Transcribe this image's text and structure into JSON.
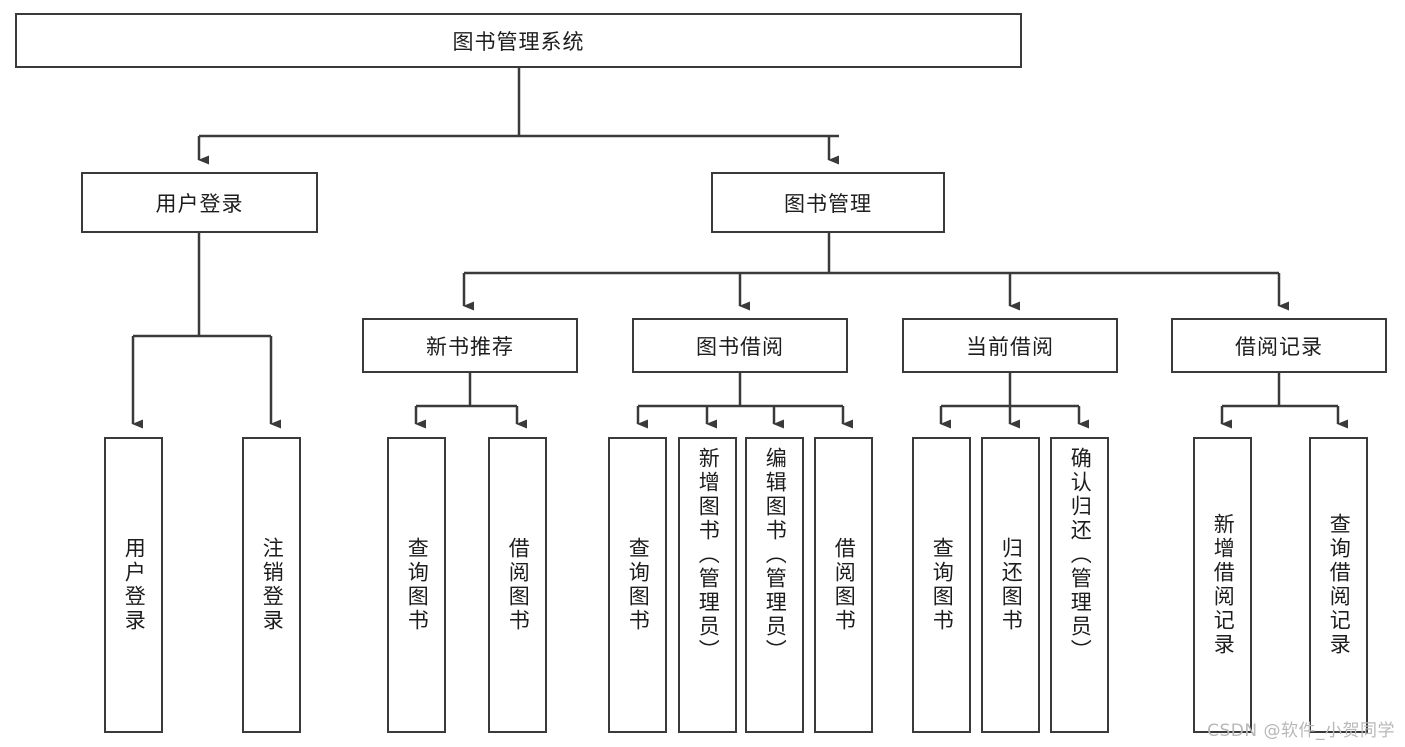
{
  "diagram": {
    "type": "tree-hierarchy",
    "title": "图书管理系统",
    "watermark": "CSDN @软件_小贺同学",
    "colors": {
      "stroke": "#3a3a3a",
      "fill": "#ffffff",
      "text": "#1d1d1d",
      "watermark": "#b8b8b8"
    },
    "root": {
      "label": "图书管理系统"
    },
    "level2": [
      {
        "label": "用户登录"
      },
      {
        "label": "图书管理"
      }
    ],
    "level3": [
      {
        "label": "新书推荐"
      },
      {
        "label": "图书借阅"
      },
      {
        "label": "当前借阅"
      },
      {
        "label": "借阅记录"
      }
    ],
    "leaves": {
      "user_login": [
        {
          "label": "用户登录"
        },
        {
          "label": "注销登录"
        }
      ],
      "new_book_recommend": [
        {
          "label": "查询图书"
        },
        {
          "label": "借阅图书"
        }
      ],
      "book_borrow": [
        {
          "label": "查询图书"
        },
        {
          "label": "新增图书（管理员）"
        },
        {
          "label": "编辑图书（管理员）"
        },
        {
          "label": "借阅图书"
        }
      ],
      "current_borrow": [
        {
          "label": "查询图书"
        },
        {
          "label": "归还图书"
        },
        {
          "label": "确认归还（管理员）"
        }
      ],
      "borrow_record": [
        {
          "label": "新增借阅记录"
        },
        {
          "label": "查询借阅记录"
        }
      ]
    }
  }
}
